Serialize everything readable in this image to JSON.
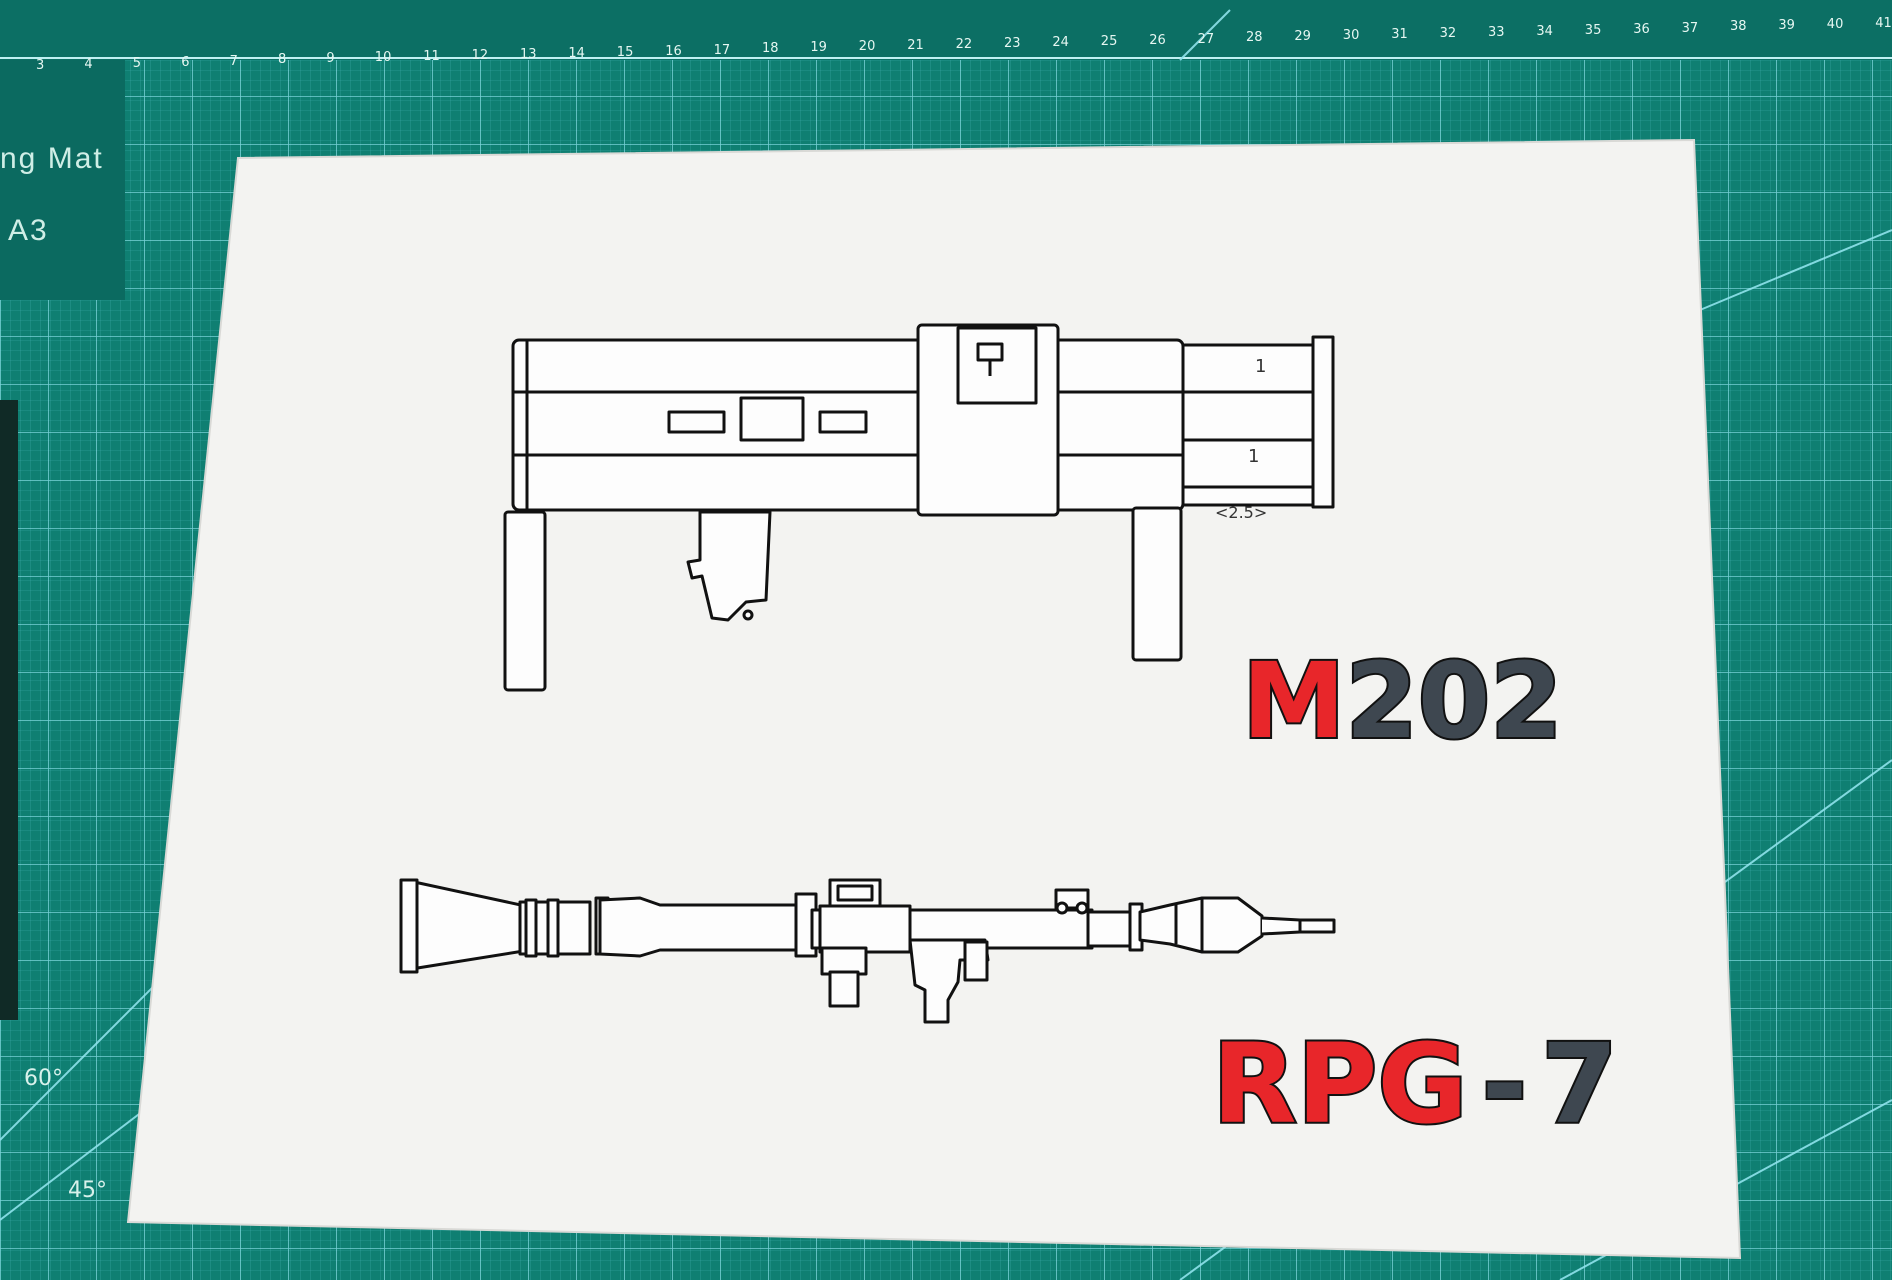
{
  "mat": {
    "brand_text": "ng Mat",
    "size_text": "A3",
    "ruler_numbers": [
      "3",
      "4",
      "5",
      "6",
      "7",
      "8",
      "9",
      "10",
      "11",
      "12",
      "13",
      "14",
      "15",
      "16",
      "17",
      "18",
      "19",
      "20",
      "21",
      "22",
      "23",
      "24",
      "25",
      "26",
      "27",
      "28",
      "29",
      "30",
      "31",
      "32",
      "33",
      "34",
      "35",
      "36",
      "37",
      "38",
      "39",
      "40",
      "41"
    ],
    "angle_60": "60°",
    "angle_45": "45°",
    "colors": {
      "mat": "#0f7f72",
      "grid": "#7fd6e0"
    }
  },
  "drawing": {
    "m202": {
      "label_part1": "M",
      "label_part2": "202",
      "dim_height_1": "1",
      "dim_height_2": "1",
      "dim_width": "<2.5>"
    },
    "rpg7": {
      "label_part1": "RPG",
      "label_dash": "-",
      "label_part2": "7"
    },
    "colors": {
      "red": "#e8262a",
      "slate": "#3e4750",
      "ink": "#111111"
    }
  }
}
